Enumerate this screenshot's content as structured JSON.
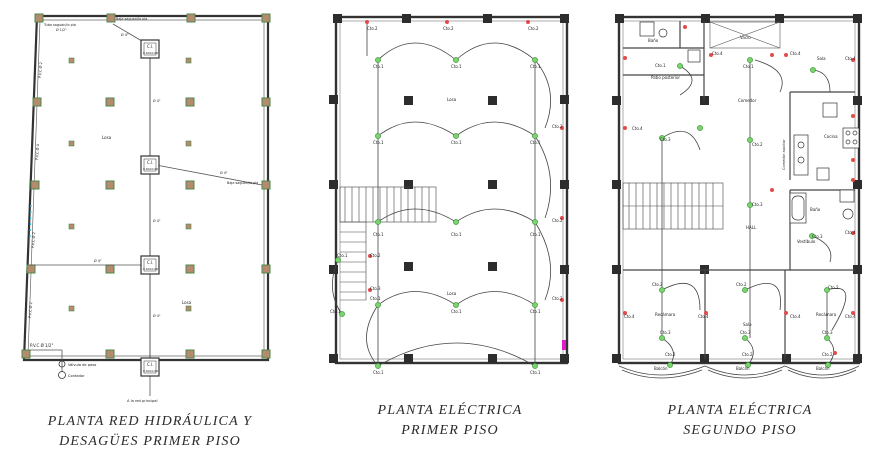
{
  "plans": [
    {
      "caption_line1": "PLANTA RED HIDRÁULICA Y",
      "caption_line2": "DESAGÜES PRIMER PISO",
      "labels": {
        "bajante_top": "Baja saguan/lo pla",
        "bajante_top2": "Tubo saguán/lo pla",
        "diam_top": "Ø 1/2\"",
        "ci1": "C.I.",
        "ci_sub": "0.60x0.60",
        "losa_left": "Losa",
        "losa_bottom": "Losa",
        "pvc_a": "P.V.C Ø 2",
        "pvc_b": "P.V.C Ø 4",
        "pvc_c": "P.V.C Ø 2",
        "pvc_d": "P.V.C Ø 2",
        "bajante_mid": "Baja saguan/lo pla",
        "diam_mid1": "Ø 4\"",
        "diam_mid2": "Ø 4\"",
        "diam_mid3": "Ø 4\"",
        "diam_low": "Ø 4\"",
        "pvc_bottom": "P.V.C Ø 1/2\"",
        "valvula": "Válvula de paso",
        "contador": "Contador",
        "acometida": "A la red principal"
      }
    },
    {
      "caption_line1": "PLANTA ELÉCTRICA",
      "caption_line2": "PRIMER PISO",
      "labels": {
        "c1": "Cto.1",
        "c2": "Cto.2",
        "c3": "Cto.3",
        "losa": "Losa"
      }
    },
    {
      "caption_line1": "PLANTA ELÉCTRICA",
      "caption_line2": "SEGUNDO PISO",
      "labels": {
        "bano": "Baño",
        "vacio": "Vacío",
        "patio": "Patio posterior",
        "comedor": "Comedor",
        "comedor_aux": "Comedor auxiliar",
        "cocina": "Cocina",
        "sala": "Sala",
        "hall": "HALL",
        "vestibulo": "Vestíbulo",
        "recamara1": "Recámara",
        "recamara2": "Recámara",
        "balcon1": "Balcón",
        "balcon2": "Balcón",
        "balcon3": "Balcón",
        "c1": "Cto.1",
        "c2": "Cto.2",
        "c3": "Cto.3",
        "c4": "Cto.4"
      }
    }
  ]
}
